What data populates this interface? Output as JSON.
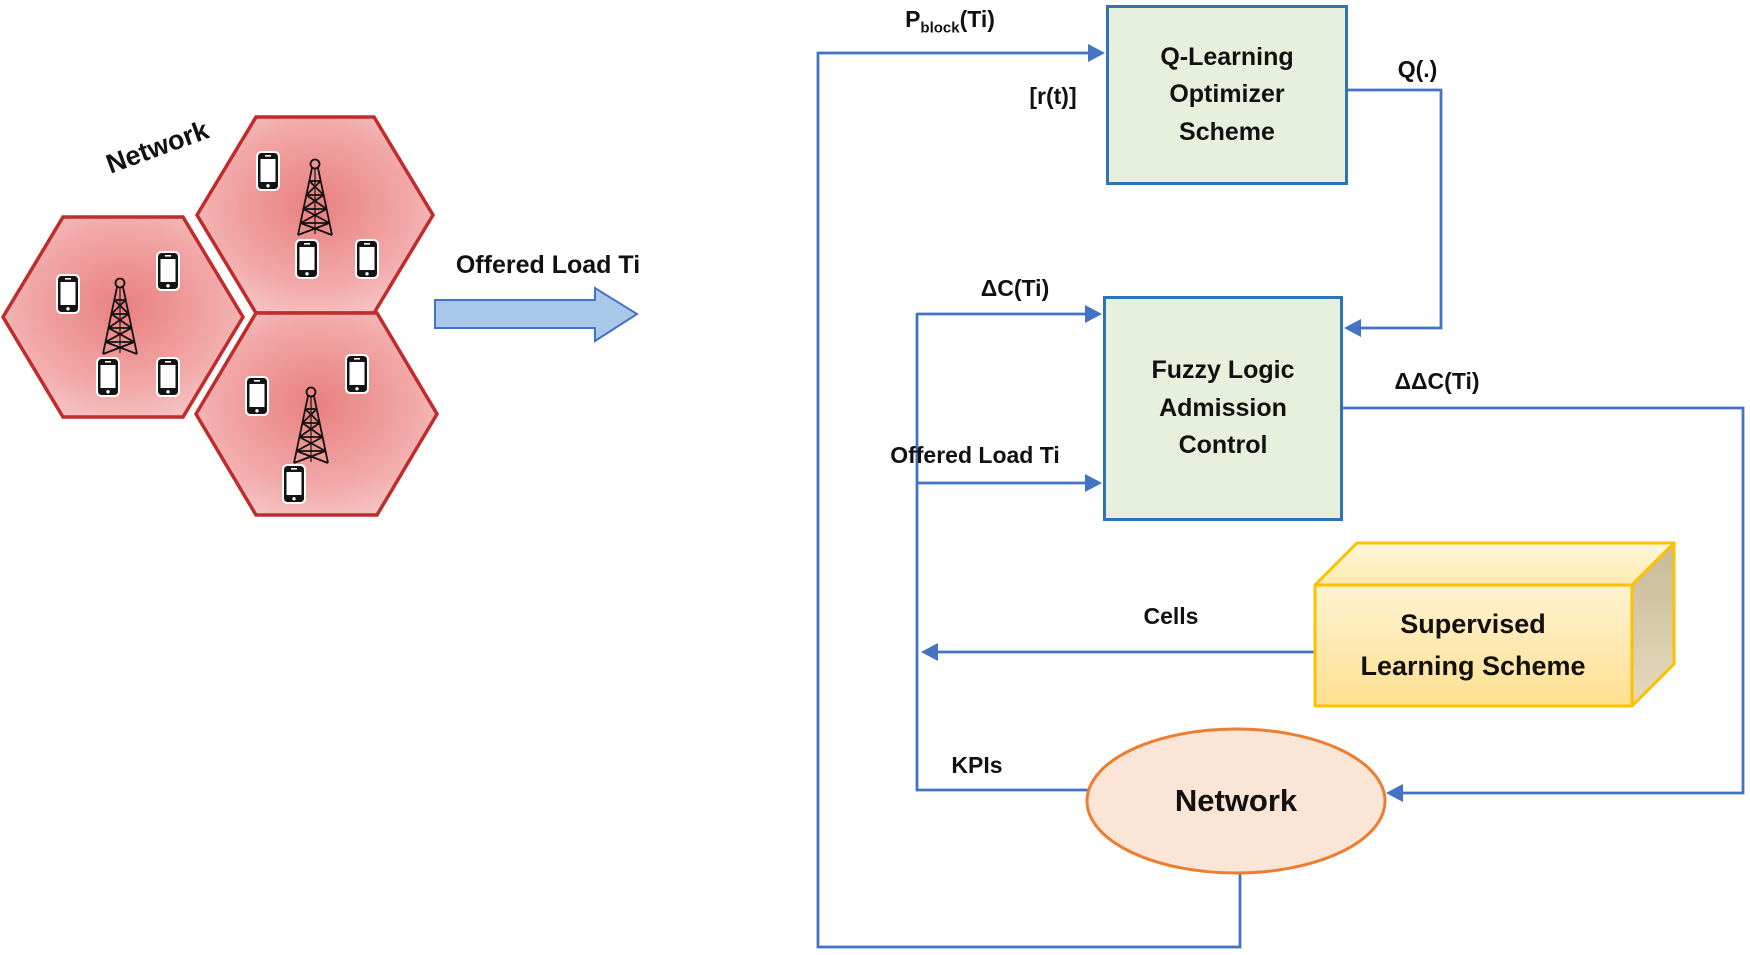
{
  "colors": {
    "line_blue": "#4472C4",
    "box_fill_green": "#E7F0DC",
    "box_border_blue": "#2E75B6",
    "hex_border_red": "#C02B2B",
    "hex_center": "#E8807F",
    "hex_mid": "#F1A7A6",
    "hex_edge": "#F8D6D5",
    "block_arrow_fill": "#A9C7E9",
    "block_arrow_border": "#4472C4",
    "cuboid_border_gold": "#FFC000",
    "cuboid_front_light": "#FFF3D1",
    "cuboid_front_dark": "#FFE091",
    "cuboid_side_dark": "#C8BA98",
    "cuboid_side_light": "#E6DABC",
    "cuboid_top_light": "#FFF6DC",
    "cuboid_top_dark": "#FFEAAE",
    "ellipse_fill": "#FAE5D6",
    "ellipse_border": "#ED7D31",
    "text_color": "#111111",
    "icon_color": "#111111"
  },
  "network_cluster": {
    "title": "Network",
    "offered_load_label": "Offered Load Ti",
    "hexagon_cells": [
      {
        "position": "top",
        "towers": 1,
        "phones": 3
      },
      {
        "position": "left",
        "towers": 1,
        "phones": 4
      },
      {
        "position": "bottom",
        "towers": 1,
        "phones": 3
      }
    ],
    "icons": {
      "tower": "cell-tower-icon",
      "phone": "smartphone-icon"
    }
  },
  "flow": {
    "nodes": {
      "q_learning": "Q-Learning Optimizer Scheme",
      "fuzzy": "Fuzzy Logic Admission Control",
      "supervised": "Supervised Learning Scheme",
      "network": "Network"
    },
    "labels": {
      "p_block": {
        "base": "P",
        "sub": "block",
        "rest": "(Ti)"
      },
      "reward": "[r(t)]",
      "q_output": "Q(.)",
      "delta_c": "ΔC(Ti)",
      "offered_load_input": "Offered Load Ti",
      "delta_delta_c": "ΔΔC(Ti)",
      "cells": "Cells",
      "kpis": "KPIs"
    }
  }
}
